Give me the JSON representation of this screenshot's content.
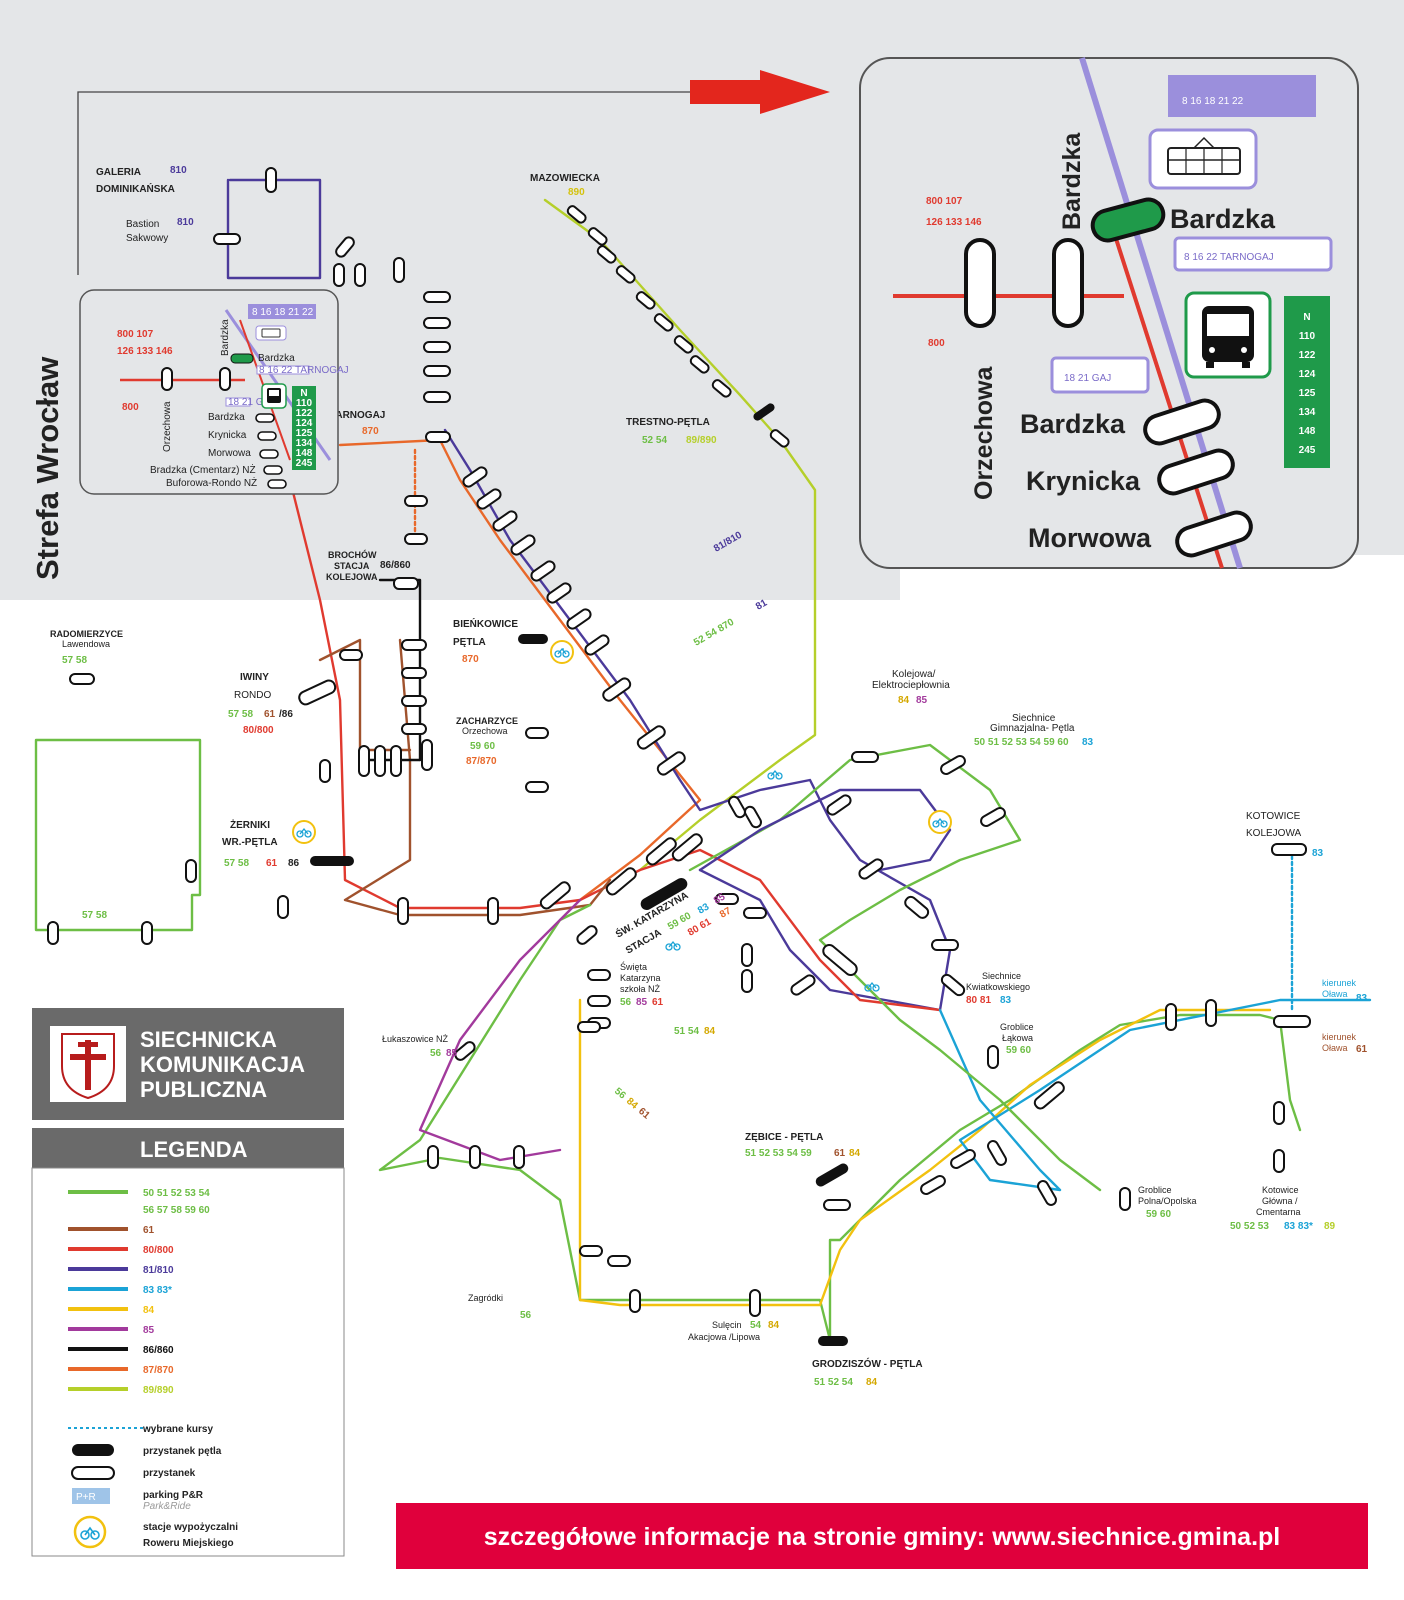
{
  "map": {
    "zone_label": "Strefa Wrocław",
    "footer_text": "szczegółowe informacje na stronie gminy: www.siechnice.gmina.pl",
    "brand": {
      "line1": "SIECHNICKA",
      "line2": "KOMUNIKACJA",
      "line3": "PUBLICZNA"
    },
    "legend": {
      "title": "LEGENDA",
      "lines": [
        {
          "label": "50 51 52 53 54",
          "label2": "56 57 58 59 60",
          "color": "#6dbe45"
        },
        {
          "label": "61",
          "color": "#a0522d"
        },
        {
          "label": "80/800",
          "color": "#e03a2f"
        },
        {
          "label": "81/810",
          "color": "#4b3a9a"
        },
        {
          "label": "83 83*",
          "color": "#1ba3d6"
        },
        {
          "label": "84",
          "color": "#f2c10f"
        },
        {
          "label": "85",
          "color": "#a23a9c"
        },
        {
          "label": "86/860",
          "color": "#111111"
        },
        {
          "label": "87/870",
          "color": "#e8682a"
        },
        {
          "label": "89/890",
          "color": "#b5cf2a"
        }
      ],
      "symbols": [
        {
          "label": "wybrane kursy"
        },
        {
          "label": "przystanek pętla"
        },
        {
          "label": "przystanek"
        },
        {
          "label": "parking P&R",
          "sub": "Park&Ride",
          "badge": "P+R"
        },
        {
          "label": "stacje wypożyczalni",
          "sub": "Roweru Miejskiego"
        }
      ]
    },
    "inset": {
      "tram_routes": "8 16 18 21 22",
      "tarnogaj": "8 16 22 TARNOGAJ",
      "gaj": "18 21 GAJ",
      "bus_lines_red": "800 107",
      "bus_lines_red2": "126 133 146",
      "line_800": "800",
      "stop_orzechowa": "Orzechowa",
      "stop_bardzka_v": "Bardzka",
      "stop_bardzka": "Bardzka",
      "stop_bardzka2": "Bardzka",
      "stop_krynicka": "Krynicka",
      "stop_morwowa": "Morwowa",
      "n_lines": [
        "N",
        "110",
        "122",
        "124",
        "125",
        "134",
        "148",
        "245"
      ]
    },
    "small_inset": {
      "tram_routes": "8 16 18 21 22",
      "bus_lines_red": "800 107",
      "bus_lines_red2": "126 133 146",
      "line_800": "800",
      "orzechowa": "Orzechowa",
      "bardzka_v": "Bardzka",
      "bardzka": "Bardzka",
      "tarnogaj": "8 16 22 TARNOGAJ",
      "gaj": "18 21 GAJ",
      "stops": [
        "Bardzka",
        "Krynicka",
        "Morwowa",
        "Bradzka (Cmentarz) NŻ",
        "Buforowa-Rondo NŻ"
      ],
      "n_lines": [
        "N",
        "110",
        "122",
        "124",
        "125",
        "134",
        "148",
        "245"
      ]
    },
    "labels": {
      "galeria": "GALERIA",
      "galeria2": "DOMINIKAŃSKA",
      "galeria_lines": "810",
      "bastion": "Bastion",
      "bastion2": "Sakwowy",
      "bastion_lines": "810",
      "mazowiecka": "MAZOWIECKA",
      "mazowiecka_lines": "890",
      "tarnogaj": "TARNOGAJ",
      "tarnogaj_lines": "870",
      "trestno": "TRESTNO-PĘTLA",
      "trestno_lines_a": "52 54",
      "trestno_lines_b": "89/890",
      "bienkowice": "BIEŃKOWICE",
      "bienkowice2": "PĘTLA",
      "bienkowice_lines": "870",
      "iwiny": "IWINY",
      "iwiny2": "RONDO",
      "iwiny_lines_a": "57 58",
      "iwiny_lines_b": "61",
      "iwiny_lines_c": "/86",
      "iwiny_lines_d": "80/800",
      "zerniki": "ŻERNIKI",
      "zerniki2": "WR.-PĘTLA",
      "zerniki_lines_a": "57 58",
      "zerniki_lines_b": "61",
      "zerniki_lines_c": "86",
      "radomierzyce": "RADOMIERZYCE",
      "radomierzyce2": "Lawendowa",
      "radomierzyce_lines": "57 58",
      "biestrzykow_lines": "57 58",
      "katarzyna": "ŚW. KATARZYNA",
      "katarzyna2": "STACJA",
      "katarzyna_lines_a": "59 60",
      "katarzyna_lines_b": "83",
      "katarzyna_lines_c": "85",
      "katarzyna_lines_d": "80 61",
      "katarzyna_lines_e": "87",
      "zebice": "ZĘBICE - PĘTLA",
      "zebice_lines": "51 52 53 54 59",
      "zebice_lines_b": "61",
      "zebice_lines_c": "84",
      "grodziszow": "GRODZISZÓW - PĘTLA",
      "grodziszow_lines": "51 52 54",
      "grodziszow_lines_b": "84",
      "kotowice_kol": "KOTOWICE",
      "kotowice_kol2": "KOLEJOWA",
      "kotowice_kol_lines": "83",
      "brochow": "BROCHÓW",
      "brochow2": "STACJA",
      "brochow3": "KOLEJOWA",
      "brochow_lines": "86/860",
      "radwanice_lines": "52 54 870",
      "radwanice_lines_b": "81",
      "line_81": "81/810",
      "kolejowa_elektro": "Kolejowa/",
      "kolejowa_elektro2": "Elektrociepłownia",
      "kolejowa_elektro_lines_a": "84",
      "kolejowa_elektro_lines_b": "85",
      "gimnazjalna": "Siechnice",
      "gimnazjalna2": "Gimnazjalna- Pętla",
      "gimnazjalna_lines": "50 51 52 53 54 59 60",
      "gimnazjalna_lines_b": "83",
      "kierunek_olawa": "kierunek",
      "kierunek_olawa2": "Oława",
      "kierunek_olawa_lines": "83",
      "kierunek_olawa_b": "kierunek",
      "kierunek_olawa_b2": "Oława",
      "kierunek_olawa_b_lines": "61",
      "grob_lakowa": "Groblice",
      "grob_lakowa2": "Łąkowa",
      "grob_lakowa_lines": "59 60",
      "grob_polna": "Groblice",
      "grob_polna2": "Polna/Opolska",
      "grob_polna_lines": "59 60",
      "kot_cmentarna": "Kotowice",
      "kot_cmentarna2": "Główna /",
      "kot_cmentarna3": "Cmentarna",
      "kot_cmentarna_lines": "50 52 53",
      "kot_cmentarna_lines_b": "83 83*",
      "kot_cmentarna_lines_c": "89",
      "lukaszowice": "Łukaszowice NŻ",
      "lukaszowice_lines_a": "56",
      "lukaszowice_lines_b": "85",
      "kwiatkowskiego": "Siechnice",
      "kwiatkowskiego2": "Kwiatkowskiego",
      "kwiatkowskiego_lines": "80 81",
      "kwiatkowskiego_lines_b": "83",
      "szkola_nz": "Święta",
      "szkola_nz2": "Katarzyna",
      "szkola_nz3": "szkoła NŻ",
      "szkola_nz_lines_a": "56",
      "szkola_nz_lines_b": "85",
      "szkola_nz_lines_c": "61",
      "prawocin_lines_a": "51 54",
      "prawocin_lines_b": "84",
      "sulecin": "Sulęcin",
      "sulecin_lines_a": "54",
      "sulecin_lines_b": "84",
      "sulecin2": "Akacjowa /Lipowa",
      "zagrodki": "Zagródki",
      "zagrodki_lines": "56",
      "zacharzyce": "ZACHARZYCE",
      "zacharzyce2": "Orzechowa",
      "zacharzyce_lines_a": "59 60",
      "zacharzyce_lines_b": "87/870",
      "sulimow_lines_a": "56",
      "sulimow_lines_b": "84",
      "sulimow_lines_c": "61"
    }
  }
}
